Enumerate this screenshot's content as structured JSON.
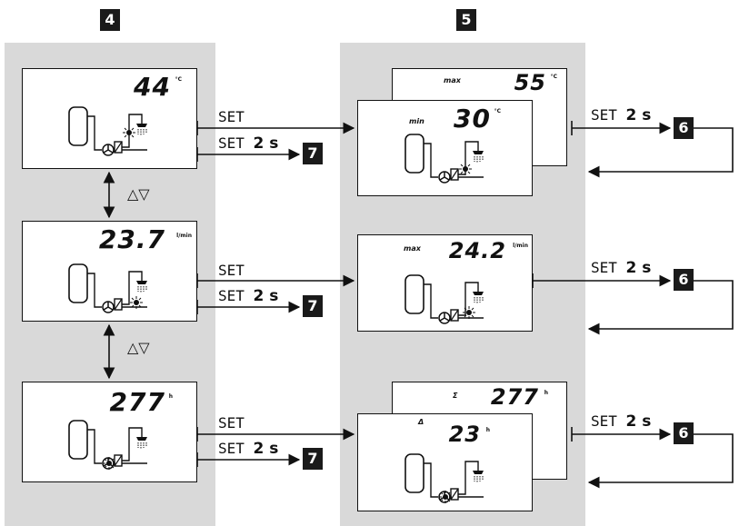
{
  "steps": {
    "left": "4",
    "middle": "5",
    "right": "6",
    "exit": "7"
  },
  "arrow_labels": {
    "set": "SET",
    "set_long": "SET",
    "two_seconds": "2 s"
  },
  "nav_arrows": "△▽",
  "left_screens": [
    {
      "value": "44",
      "unit": "°C"
    },
    {
      "value": "23.7",
      "unit": "l/min"
    },
    {
      "value": "277",
      "unit": "h"
    }
  ],
  "right_screens": {
    "temp_back": {
      "label": "max",
      "value": "55",
      "unit": "°C"
    },
    "temp_front": {
      "label": "min",
      "value": "30",
      "unit": "°C"
    },
    "flow": {
      "label": "max",
      "value": "24.2",
      "unit": "l/min"
    },
    "hours_back": {
      "label": "Σ",
      "value": "277",
      "unit": "h"
    },
    "hours_front": {
      "label": "Δ",
      "value": "23",
      "unit": "h"
    }
  }
}
